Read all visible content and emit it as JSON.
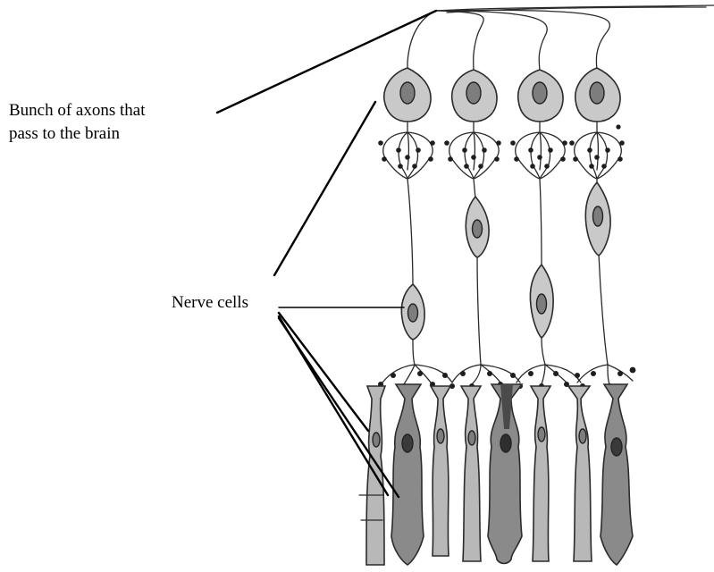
{
  "labels": {
    "axons": {
      "line1": "Bunch of axons that",
      "line2": "pass to the brain"
    },
    "nerve_cells": "Nerve cells"
  },
  "colors": {
    "ink": "#000000",
    "cell_fill": "#c9c9c9",
    "nucleus_fill": "#7d7d7d",
    "receptor_light": "#b8b8b8",
    "receptor_dark": "#8a8a8a"
  }
}
